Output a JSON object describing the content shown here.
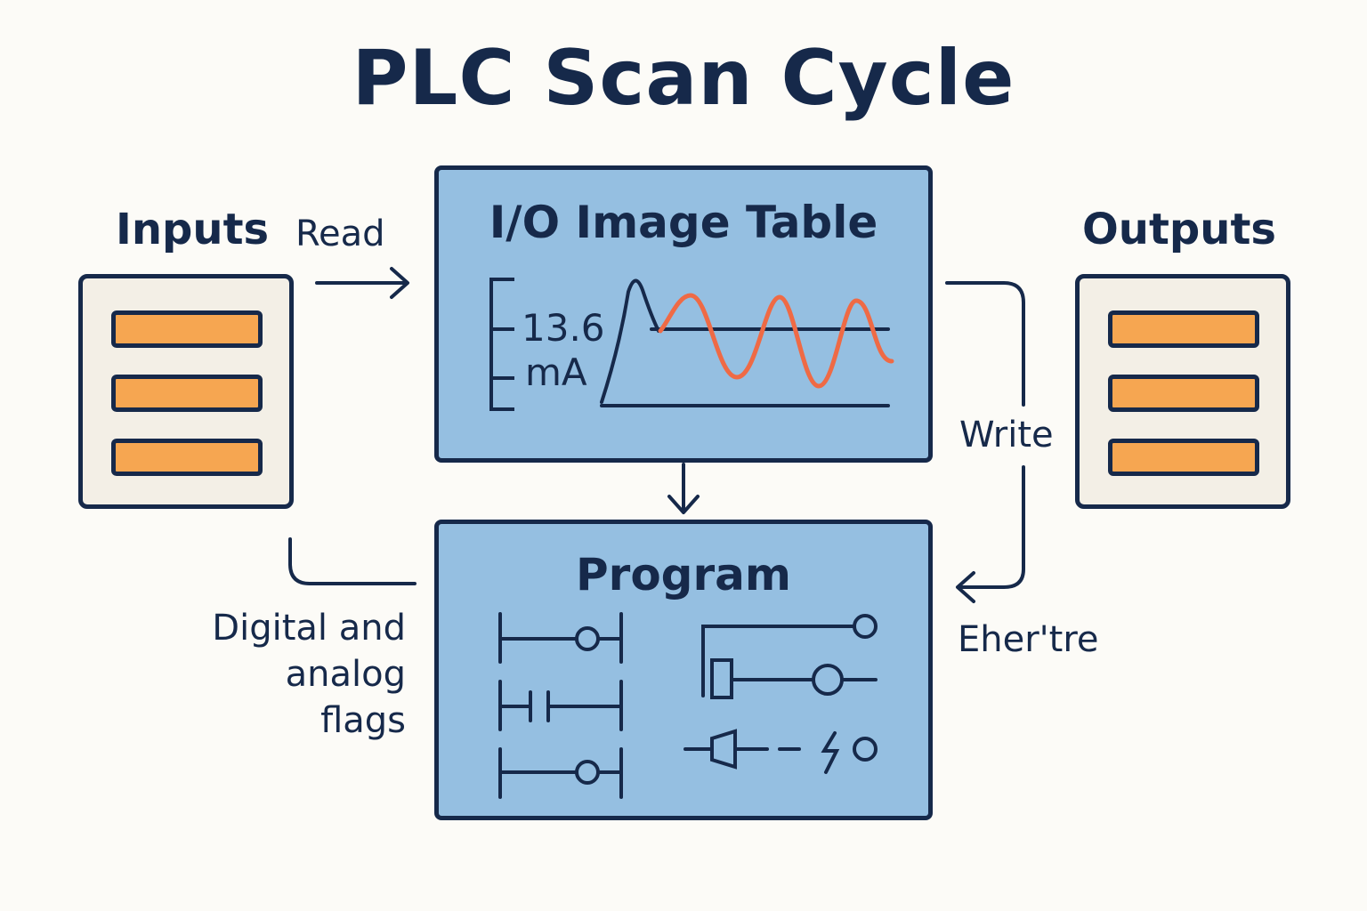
{
  "title": "PLC Scan Cycle",
  "inputs": {
    "heading": "Inputs",
    "slot_count": 3
  },
  "outputs": {
    "heading": "Outputs",
    "slot_count": 3
  },
  "arrows": {
    "read": "Read",
    "write": "Write",
    "lower_right": "Eher'tre",
    "lower_left": [
      "Digital and",
      "analog",
      "flags"
    ]
  },
  "io_table": {
    "title": "I/O Image Table",
    "readout_value": "13.6",
    "readout_unit": "mA"
  },
  "program": {
    "title": "Program"
  },
  "colors": {
    "ink": "#16294a",
    "block_fill": "#95bfe1",
    "slot_fill": "#f6a651",
    "panel_fill": "#f3efe6",
    "signal": "#ef6a45",
    "background": "#fcfbf7"
  }
}
